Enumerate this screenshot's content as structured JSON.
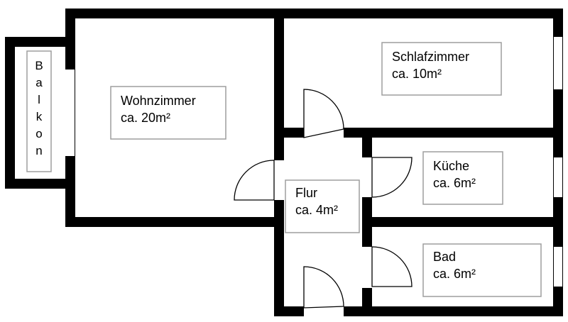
{
  "rooms": {
    "wohnzimmer": {
      "name": "Wohnzimmer",
      "area": "ca. 20m²"
    },
    "schlafzimmer": {
      "name": "Schlafzimmer",
      "area": "ca. 10m²"
    },
    "kueche": {
      "name": "Küche",
      "area": "ca. 6m²"
    },
    "flur": {
      "name": "Flur",
      "area": "ca. 4m²"
    },
    "bad": {
      "name": "Bad",
      "area": "ca. 6m²"
    }
  },
  "balkon": {
    "letters": [
      "B",
      "a",
      "l",
      "k",
      "o",
      "n"
    ]
  },
  "colors": {
    "wall": "#000000",
    "label_border": "#9e9e9e",
    "background": "#ffffff"
  }
}
